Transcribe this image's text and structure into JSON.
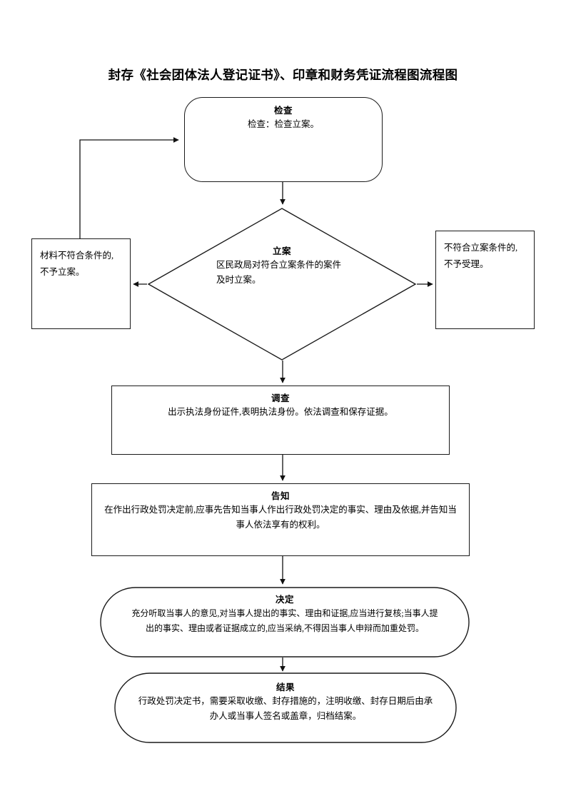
{
  "document": {
    "title": "封存《社会团体法人登记证书》、印章和财务凭证流程图流程图"
  },
  "chart_data": {
    "type": "diagram",
    "diagram_kind": "flowchart",
    "orientation": "top-to-bottom",
    "title": "封存《社会团体法人登记证书》、印章和财务凭证流程图流程图",
    "nodes": [
      {
        "id": "inspect",
        "shape": "rounded-rectangle",
        "title": "检查",
        "body": "检查：检查立案。"
      },
      {
        "id": "filing",
        "shape": "diamond",
        "title": "立案",
        "body": "区民政局对符合立案条件的案件及时立案。"
      },
      {
        "id": "reject-material",
        "shape": "rectangle",
        "title": "",
        "body": "材料不符合条件的, 不予立案。"
      },
      {
        "id": "reject-conditions",
        "shape": "rectangle",
        "title": "",
        "body": "不符合立案条件的, 不予受理。"
      },
      {
        "id": "investigate",
        "shape": "rectangle",
        "title": "调查",
        "body": "出示执法身份证件,表明执法身份。依法调查和保存证据。"
      },
      {
        "id": "notify",
        "shape": "rectangle",
        "title": "告知",
        "body": "在作出行政处罚决定前,应事先告知当事人作出行政处罚决定的事实、理由及依据,并告知当事人依法享有的权利。"
      },
      {
        "id": "decision",
        "shape": "stadium",
        "title": "决定",
        "body": "充分听取当事人的意见,对当事人提出的事实、理由和证据,应当进行复核;当事人提出的事实、理由或者证据成立的,应当采纳,不得因当事人申辩而加重处罚。"
      },
      {
        "id": "result",
        "shape": "stadium",
        "title": "结果",
        "body": "行政处罚决定书，需要采取收缴、封存措施的，注明收缴、封存日期后由承办人或当事人签名或盖章，归档结案。"
      }
    ],
    "edges": [
      {
        "from": "inspect",
        "to": "filing",
        "label": "",
        "style": "solid-arrow"
      },
      {
        "from": "filing",
        "to": "reject-material",
        "label": "",
        "style": "solid-arrow"
      },
      {
        "from": "filing",
        "to": "reject-conditions",
        "label": "",
        "style": "solid-arrow"
      },
      {
        "from": "reject-material",
        "to": "inspect",
        "label": "",
        "style": "solid-arrow-elbow"
      },
      {
        "from": "filing",
        "to": "investigate",
        "label": "",
        "style": "solid-arrow"
      },
      {
        "from": "investigate",
        "to": "notify",
        "label": "",
        "style": "solid-arrow"
      },
      {
        "from": "notify",
        "to": "decision",
        "label": "",
        "style": "solid-arrow"
      },
      {
        "from": "decision",
        "to": "result",
        "label": "",
        "style": "solid-arrow"
      }
    ],
    "colors": {
      "stroke": "#1a1a1a",
      "fill": "#ffffff",
      "text": "#000000",
      "background": "#ffffff"
    }
  }
}
